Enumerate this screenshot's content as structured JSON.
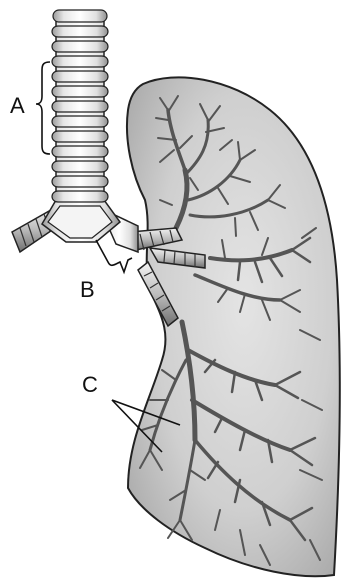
{
  "labels": {
    "a": "A",
    "b": "B",
    "c": "C"
  },
  "colors": {
    "lung_fill": "#c9c9c9",
    "lung_light": "#dedede",
    "outline": "#222222",
    "branch": "#5a5a5a",
    "cartilage_light": "#f2f2f2",
    "cartilage_dark": "#8a8a8a"
  },
  "icons": [
    "trachea",
    "primary-bronchi",
    "bronchiole-tree",
    "lung",
    "bracket-a",
    "bracket-b",
    "pointer-arrows-c"
  ]
}
